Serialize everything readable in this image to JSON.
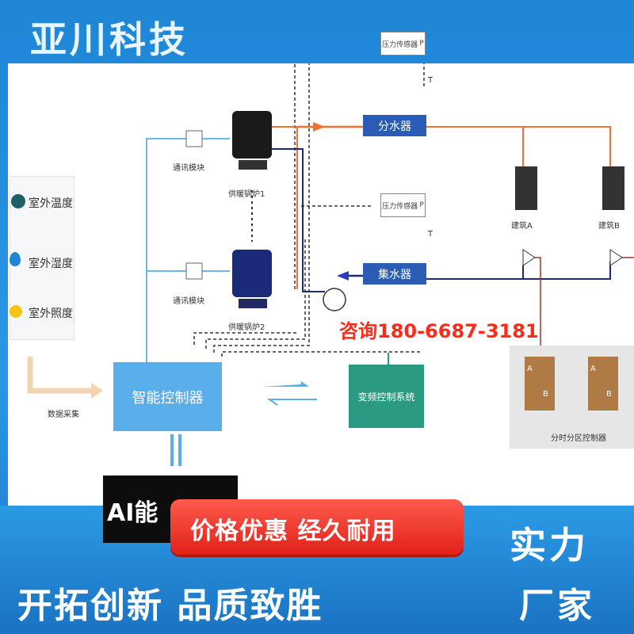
{
  "brand": "亚川科技",
  "diagram": {
    "side_panel": {
      "items": [
        {
          "icon": "thermometer-icon",
          "label": "室外温度"
        },
        {
          "icon": "humidity-drop-icon",
          "label": "室外湿度"
        },
        {
          "icon": "sun-icon",
          "label": "室外照度"
        }
      ]
    },
    "data_collect_label": "数据采集",
    "comm_module_1": "通讯模块",
    "comm_module_2": "通讯模块",
    "boiler_1": "供暖锅炉1",
    "boiler_2": "供暖锅炉2",
    "pressure_sensor_1": "压力传感器",
    "pressure_sensor_2": "压力传感器",
    "sensor_p": "P",
    "temp_t": "T",
    "distributor": "分水器",
    "collector": "集水器",
    "building_a": "建筑A",
    "building_b": "建筑B",
    "controller": "智能控制器",
    "vfd": "变频控制系统",
    "zone_controller": "分时分区控制器",
    "valve_a": "A",
    "valve_b": "B",
    "black_box_text": "AI能"
  },
  "promo": {
    "consult": "咨询180-6687-3181",
    "red_pill": "价格优惠  经久耐用",
    "slogan_left": "开拓创新  品质致胜",
    "strength": "实力",
    "factory": "厂家"
  },
  "colors": {
    "header_blue": "#2a5cb5",
    "controller_blue": "#5aaee9",
    "vfd_green": "#2a9a82",
    "supply_orange": "#f07030",
    "return_navy": "#1c2a7a",
    "zone_brown": "#b07a45"
  }
}
